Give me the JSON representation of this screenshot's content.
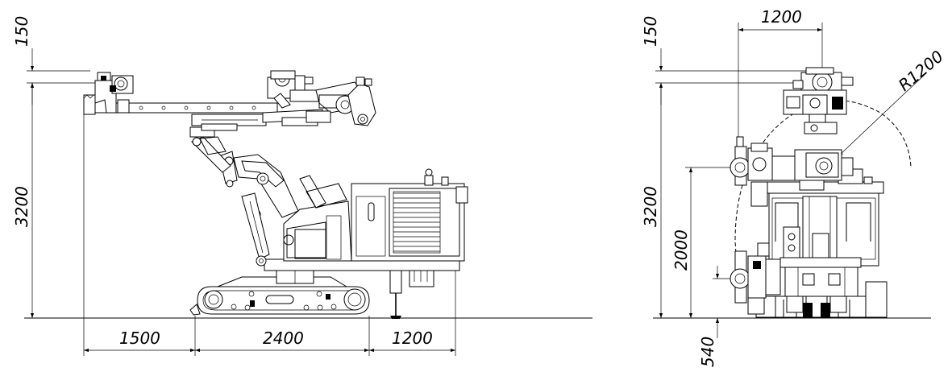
{
  "dimensions": {
    "side_top_gap": "150",
    "side_height": "3200",
    "side_front_overhang": "1500",
    "side_track_length": "2400",
    "side_rear_overhang": "1200",
    "front_boom_width": "1200",
    "front_top_gap": "150",
    "front_height": "3200",
    "front_mid_height": "2000",
    "front_low_height": "540",
    "front_radius": "R1200"
  }
}
